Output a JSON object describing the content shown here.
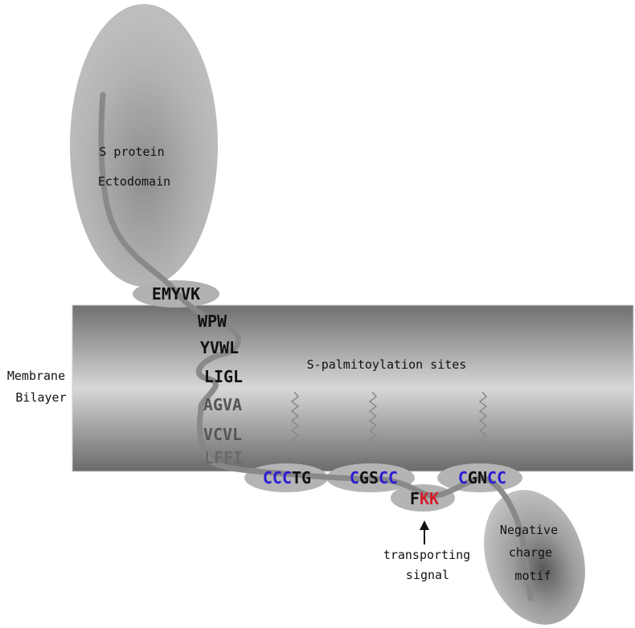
{
  "colors": {
    "black": "#111111",
    "cysteine": "#2a1ad6",
    "lysine": "#d11f2c",
    "oval_fill": "#b3b3b3"
  },
  "ectodomain": {
    "line1": "S protein",
    "line2": "Ectodomain"
  },
  "membrane": {
    "label_line1": "Membrane",
    "label_line2": "Bilayer"
  },
  "palmitoylation_label": "S-palmitoylation sites",
  "juxtamembrane_motif": "EMYVK",
  "tm_segments": [
    "WPW",
    "YVWL",
    "LIGL",
    "AGVA",
    "VCVL",
    "LFFI"
  ],
  "cys_motifs": [
    {
      "c": "CCC",
      "rest": "TG"
    },
    {
      "c1": "C",
      "mid": "GS",
      "c2": "CC"
    },
    {
      "c1": "C",
      "mid": "GN",
      "c2": "CC"
    }
  ],
  "fkk": {
    "f": "F",
    "kk": "KK"
  },
  "transport": {
    "line1": "transporting",
    "line2": "signal"
  },
  "negative": {
    "line1": "Negative",
    "line2": "charge",
    "line3": "motif"
  }
}
